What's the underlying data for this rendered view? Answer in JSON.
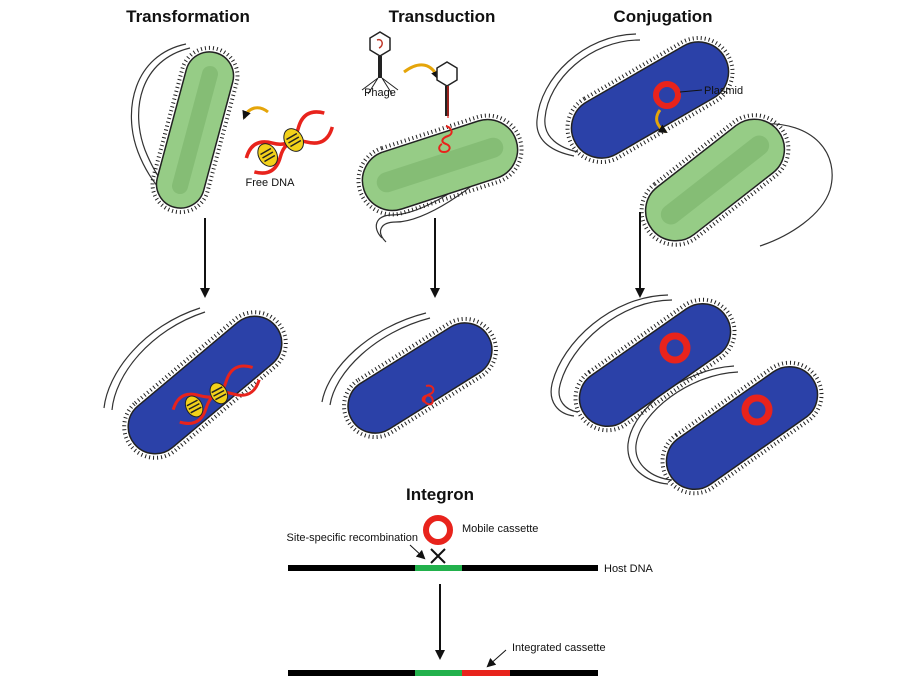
{
  "panels": {
    "transformation": {
      "title": "Transformation",
      "free_dna_label": "Free DNA"
    },
    "transduction": {
      "title": "Transduction",
      "phage_label": "Phage"
    },
    "conjugation": {
      "title": "Conjugation",
      "plasmid_label": "Plasmid"
    }
  },
  "integron": {
    "title": "Integron",
    "recombination_label": "Site-specific recombination",
    "mobile_cassette_label": "Mobile cassette",
    "host_dna_label": "Host DNA",
    "integrated_cassette_label": "Integrated cassette"
  },
  "colors": {
    "recipient_cell": "#96cc86",
    "donor_cell": "#2b41a8",
    "dna": "#e8231c",
    "host_dna": "#000000",
    "integron_site": "#22b14c",
    "arrow_curved": "#e5a50a"
  }
}
